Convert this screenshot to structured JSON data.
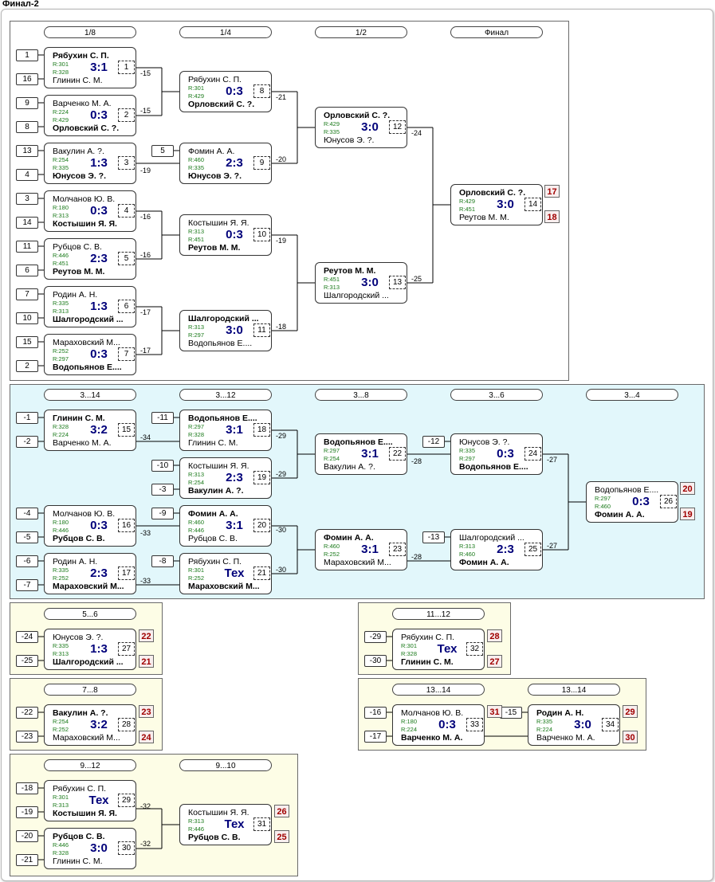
{
  "title": "Финал-2",
  "colors": {
    "main_panel": "#ffffff",
    "consolation_panel": "#e2f7fb",
    "placement_panel": "#fdfde6",
    "score": "#00007a",
    "rating": "#1a7a1a",
    "place": "#a00000"
  },
  "round_headers": [
    "1/8",
    "1/4",
    "1/2",
    "Финал",
    "3...14",
    "3...12",
    "3...8",
    "3...6",
    "3...4",
    "5...6",
    "11...12",
    "7...8",
    "13...14",
    "13...14",
    "9...12",
    "9...10"
  ],
  "seeds": [
    "1",
    "16",
    "9",
    "8",
    "13",
    "4",
    "5",
    "3",
    "14",
    "11",
    "6",
    "7",
    "10",
    "15",
    "2",
    "-1",
    "-2",
    "-11",
    "-10",
    "-3",
    "-12",
    "-4",
    "-5",
    "-9",
    "-13",
    "-6",
    "-7",
    "-8",
    "-24",
    "-25",
    "-29",
    "-30",
    "-22",
    "-23",
    "-16",
    "-15",
    "-17",
    "-18",
    "-19",
    "-20",
    "-21"
  ],
  "matches": [
    {
      "num": "1",
      "score": "3:1",
      "p1": "Рябухин С. П.",
      "p2": "Глинин С. М.",
      "r1": "R:301",
      "r2": "R:328",
      "w": 1
    },
    {
      "num": "2",
      "score": "0:3",
      "p1": "Варченко М. А.",
      "p2": "Орловский С. ?.",
      "r1": "R:224",
      "r2": "R:429",
      "w": 2
    },
    {
      "num": "3",
      "score": "1:3",
      "p1": "Вакулин А. ?.",
      "p2": "Юнусов Э. ?.",
      "r1": "R:254",
      "r2": "R:335",
      "w": 2
    },
    {
      "num": "4",
      "score": "0:3",
      "p1": "Молчанов Ю. В.",
      "p2": "Костышин Я. Я.",
      "r1": "R:180",
      "r2": "R:313",
      "w": 2
    },
    {
      "num": "5",
      "score": "2:3",
      "p1": "Рубцов С. В.",
      "p2": "Реутов М. М.",
      "r1": "R:446",
      "r2": "R:451",
      "w": 2
    },
    {
      "num": "6",
      "score": "1:3",
      "p1": "Родин А. Н.",
      "p2": "Шалгородский ...",
      "r1": "R:335",
      "r2": "R:313",
      "w": 2
    },
    {
      "num": "7",
      "score": "0:3",
      "p1": "Мараховский М...",
      "p2": "Водопьянов Е....",
      "r1": "R:252",
      "r2": "R:297",
      "w": 2
    },
    {
      "num": "8",
      "score": "0:3",
      "p1": "Рябухин С. П.",
      "p2": "Орловский С. ?.",
      "r1": "R:301",
      "r2": "R:429",
      "w": 2
    },
    {
      "num": "9",
      "score": "2:3",
      "p1": "Фомин А. А.",
      "p2": "Юнусов Э. ?.",
      "r1": "R:460",
      "r2": "R:335",
      "w": 2
    },
    {
      "num": "10",
      "score": "0:3",
      "p1": "Костышин Я. Я.",
      "p2": "Реутов М. М.",
      "r1": "R:313",
      "r2": "R:451",
      "w": 2
    },
    {
      "num": "11",
      "score": "3:0",
      "p1": "Шалгородский ...",
      "p2": "Водопьянов Е....",
      "r1": "R:313",
      "r2": "R:297",
      "w": 1
    },
    {
      "num": "12",
      "score": "3:0",
      "p1": "Орловский С. ?.",
      "p2": "Юнусов Э. ?.",
      "r1": "R:429",
      "r2": "R:335",
      "w": 1
    },
    {
      "num": "13",
      "score": "3:0",
      "p1": "Реутов М. М.",
      "p2": "Шалгородский ...",
      "r1": "R:451",
      "r2": "R:313",
      "w": 1
    },
    {
      "num": "14",
      "score": "3:0",
      "p1": "Орловский С. ?.",
      "p2": "Реутов М. М.",
      "r1": "R:429",
      "r2": "R:451",
      "w": 1
    },
    {
      "num": "15",
      "score": "3:2",
      "p1": "Глинин С. М.",
      "p2": "Варченко М. А.",
      "r1": "R:328",
      "r2": "R:224",
      "w": 1
    },
    {
      "num": "16",
      "score": "0:3",
      "p1": "Молчанов Ю. В.",
      "p2": "Рубцов С. В.",
      "r1": "R:180",
      "r2": "R:446",
      "w": 2
    },
    {
      "num": "17",
      "score": "2:3",
      "p1": "Родин А. Н.",
      "p2": "Мараховский М...",
      "r1": "R:335",
      "r2": "R:252",
      "w": 2
    },
    {
      "num": "18",
      "score": "3:1",
      "p1": "Водопьянов Е....",
      "p2": "Глинин С. М.",
      "r1": "R:297",
      "r2": "R:328",
      "w": 1
    },
    {
      "num": "19",
      "score": "2:3",
      "p1": "Костышин Я. Я.",
      "p2": "Вакулин А. ?.",
      "r1": "R:313",
      "r2": "R:254",
      "w": 2
    },
    {
      "num": "20",
      "score": "3:1",
      "p1": "Фомин А. А.",
      "p2": "Рубцов С. В.",
      "r1": "R:460",
      "r2": "R:446",
      "w": 1
    },
    {
      "num": "21",
      "score": "Тех",
      "p1": "Рябухин С. П.",
      "p2": "Мараховский М...",
      "r1": "R:301",
      "r2": "R:252",
      "w": 2
    },
    {
      "num": "22",
      "score": "3:1",
      "p1": "Водопьянов Е....",
      "p2": "Вакулин А. ?.",
      "r1": "R:297",
      "r2": "R:254",
      "w": 1
    },
    {
      "num": "23",
      "score": "3:1",
      "p1": "Фомин А. А.",
      "p2": "Мараховский М...",
      "r1": "R:460",
      "r2": "R:252",
      "w": 1
    },
    {
      "num": "24",
      "score": "0:3",
      "p1": "Юнусов Э. ?.",
      "p2": "Водопьянов Е....",
      "r1": "R:335",
      "r2": "R:297",
      "w": 2
    },
    {
      "num": "25",
      "score": "2:3",
      "p1": "Шалгородский ...",
      "p2": "Фомин А. А.",
      "r1": "R:313",
      "r2": "R:460",
      "w": 2
    },
    {
      "num": "26",
      "score": "0:3",
      "p1": "Водопьянов Е....",
      "p2": "Фомин А. А.",
      "r1": "R:297",
      "r2": "R:460",
      "w": 2
    },
    {
      "num": "27",
      "score": "1:3",
      "p1": "Юнусов Э. ?.",
      "p2": "Шалгородский ...",
      "r1": "R:335",
      "r2": "R:313",
      "w": 2
    },
    {
      "num": "32",
      "score": "Тех",
      "p1": "Рябухин С. П.",
      "p2": "Глинин С. М.",
      "r1": "R:301",
      "r2": "R:328",
      "w": 2
    },
    {
      "num": "28",
      "score": "3:2",
      "p1": "Вакулин А. ?.",
      "p2": "Мараховский М...",
      "r1": "R:254",
      "r2": "R:252",
      "w": 1
    },
    {
      "num": "33",
      "score": "0:3",
      "p1": "Молчанов Ю. В.",
      "p2": "Варченко М. А.",
      "r1": "R:180",
      "r2": "R:224",
      "w": 2
    },
    {
      "num": "34",
      "score": "3:0",
      "p1": "Родин А. Н.",
      "p2": "Варченко М. А.",
      "r1": "R:335",
      "r2": "R:224",
      "w": 1
    },
    {
      "num": "29",
      "score": "Тех",
      "p1": "Рябухин С. П.",
      "p2": "Костышин Я. Я.",
      "r1": "R:301",
      "r2": "R:313",
      "w": 2
    },
    {
      "num": "30",
      "score": "3:0",
      "p1": "Рубцов С. В.",
      "p2": "Глинин С. М.",
      "r1": "R:446",
      "r2": "R:328",
      "w": 1
    },
    {
      "num": "31",
      "score": "Тех",
      "p1": "Костышин Я. Я.",
      "p2": "Рубцов С. В.",
      "r1": "R:313",
      "r2": "R:446",
      "w": 2
    }
  ],
  "loser_tags": [
    "-15",
    "-15",
    "-19",
    "-16",
    "-16",
    "-17",
    "-17",
    "-21",
    "-20",
    "-19",
    "-18",
    "-24",
    "-25",
    "-34",
    "-33",
    "-33",
    "-29",
    "-29",
    "-30",
    "-30",
    "-28",
    "-28",
    "-27",
    "-27",
    "-32",
    "-32"
  ],
  "places": [
    "17",
    "18",
    "20",
    "19",
    "22",
    "21",
    "28",
    "27",
    "23",
    "24",
    "31",
    "29",
    "30",
    "26",
    "25"
  ]
}
